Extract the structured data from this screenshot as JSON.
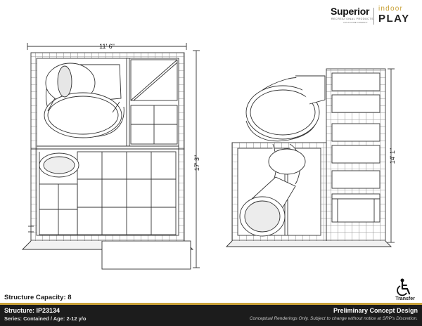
{
  "logo": {
    "brand": "Superior",
    "tagline": "RECREATIONAL PRODUCTS",
    "sub_tagline": "A PLAYCORE COMPANY",
    "product_line_top": "indoor",
    "product_line_bottom": "PLAY",
    "accent_color": "#c9a23a"
  },
  "plan_view": {
    "width_dimension": "11' 6\"",
    "depth_dimension": "17' 3\""
  },
  "elevation_view": {
    "height_dimension": "14' 1\""
  },
  "structure": {
    "capacity": "Structure Capacity: 8",
    "name": "Structure: IP23134",
    "series": "Series: Contained / Age: 2-12 y/o"
  },
  "accessibility": {
    "icon": "wheelchair-icon",
    "label": "Transfer"
  },
  "footer": {
    "title": "Preliminary Concept Design",
    "disclaimer": "Conceptual Renderings Only. Subject to change without notice at SRP's Discretion.",
    "background_color": "#1c1c1c"
  }
}
